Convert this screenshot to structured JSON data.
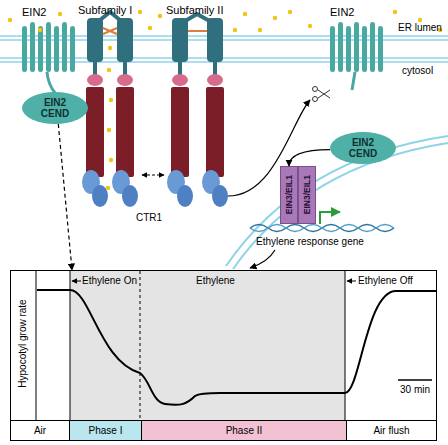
{
  "diagram": {
    "nodes": [
      {
        "text": [
          "EIN2 CEND"
        ]
      },
      {
        "text": [
          "EIN2 CEND"
        ]
      },
      {
        "text": [
          "EIN3/EIL1"
        ]
      },
      {
        "text": [
          "EIN3/EIL1"
        ]
      },
      {
        "text": [
          "Hypocotyl grow rate",
          "Ethylene On",
          "Ethylene",
          "Ethylene Off",
          "30 min"
        ]
      },
      {
        "text": [
          "Air"
        ],
        "in": 4
      },
      {
        "text": [
          "Phase I"
        ],
        "in": 4
      },
      {
        "text": [
          "Phase II"
        ],
        "in": 4
      },
      {
        "text": [
          "Air flush"
        ],
        "in": 4
      }
    ],
    "edges": [
      {
        "from": 0,
        "to": 4,
        "arrow": "to"
      },
      {
        "from": 1,
        "to": 2,
        "arrow": "to"
      }
    ],
    "labels": [
      "EIN2",
      "Subfamily I",
      "Subfamily II",
      "EIN2",
      "ER lumen",
      "cytosol",
      "CTR1",
      "Ethylene response gene"
    ]
  }
}
